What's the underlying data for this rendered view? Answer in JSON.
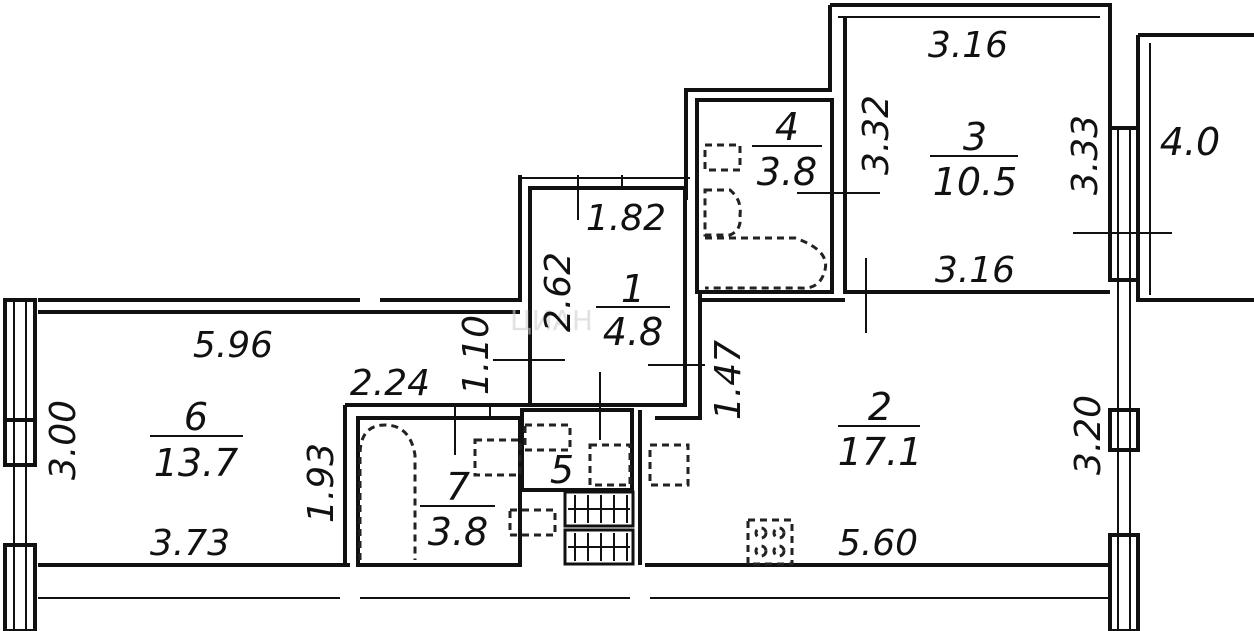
{
  "plan": {
    "watermark": "ЦИАН",
    "rooms": [
      {
        "id": "room-1",
        "number": "1",
        "area": "4.8"
      },
      {
        "id": "room-2",
        "number": "2",
        "area": "17.1"
      },
      {
        "id": "room-3",
        "number": "3",
        "area": "10.5"
      },
      {
        "id": "room-4",
        "number": "4",
        "area": "3.8"
      },
      {
        "id": "room-5",
        "number": "5",
        "area": ""
      },
      {
        "id": "room-6",
        "number": "6",
        "area": "13.7"
      },
      {
        "id": "room-7",
        "number": "7",
        "area": "3.8"
      },
      {
        "id": "balcony",
        "number": "",
        "area": "4.0"
      }
    ],
    "dimensions": [
      "3.16",
      "3.32",
      "3.33",
      "3.16",
      "1.82",
      "2.62",
      "5.96",
      "1.10",
      "2.24",
      "1.47",
      "3.00",
      "1.93",
      "3.73",
      "3.20",
      "5.60"
    ]
  }
}
